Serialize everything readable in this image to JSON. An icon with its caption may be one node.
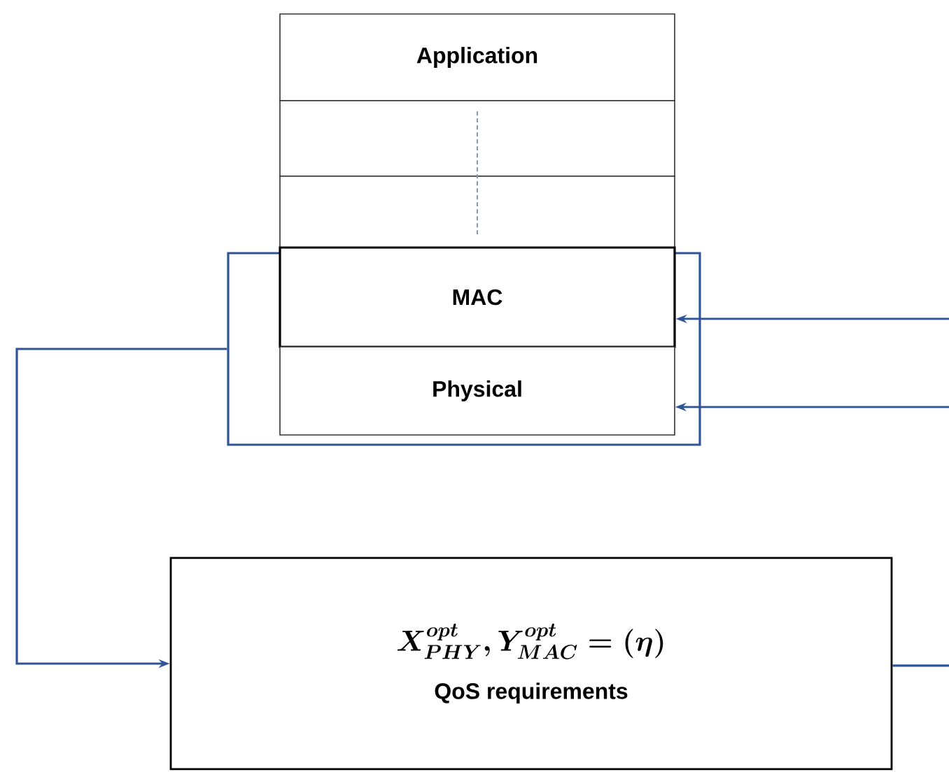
{
  "diagram": {
    "nodes": [
      {
        "text": [
          "Application"
        ]
      },
      {
        "text": [],
        "shape": "box"
      },
      {
        "text": [],
        "shape": "box"
      },
      {
        "text": [],
        "shape": "box"
      },
      {
        "text": [
          "MAC"
        ],
        "in": 3
      },
      {
        "text": [
          "Physical"
        ],
        "in": 3
      },
      {
        "text": [
          "X_{PHY}^{opt}, Y_{MAC}^{opt} = (\\eta)",
          "QoS requirements"
        ]
      }
    ],
    "edges": [
      {
        "from": 3,
        "to": 6,
        "arrow": "to"
      },
      {
        "from": 6,
        "to": null,
        "arrow": "none"
      },
      {
        "from": null,
        "to": 4,
        "arrow": "to"
      },
      {
        "from": null,
        "to": 5,
        "arrow": "to"
      },
      {
        "from": 1,
        "to": 2,
        "arrow": "none",
        "style": "dashed",
        "color": "#8497b0"
      }
    ]
  }
}
